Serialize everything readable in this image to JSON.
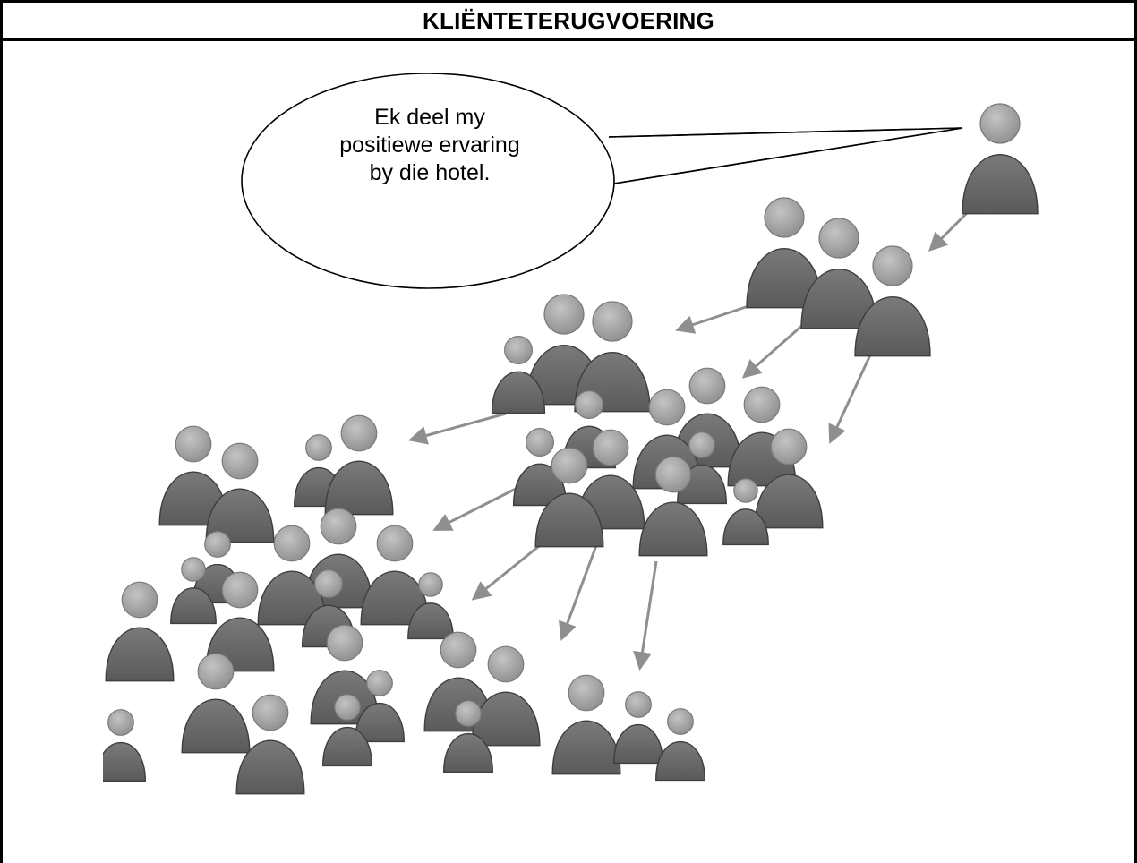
{
  "header": {
    "title": "KLIËNTETERUGVOERING"
  },
  "speech_bubble": {
    "lines": [
      "Ek deel my",
      "positiewe ervaring",
      "by die hotel."
    ]
  },
  "colors": {
    "person_head": "#a9a9a9",
    "person_body": "#6b6b6b",
    "arrow": "#8f8f8f",
    "border": "#000000"
  }
}
